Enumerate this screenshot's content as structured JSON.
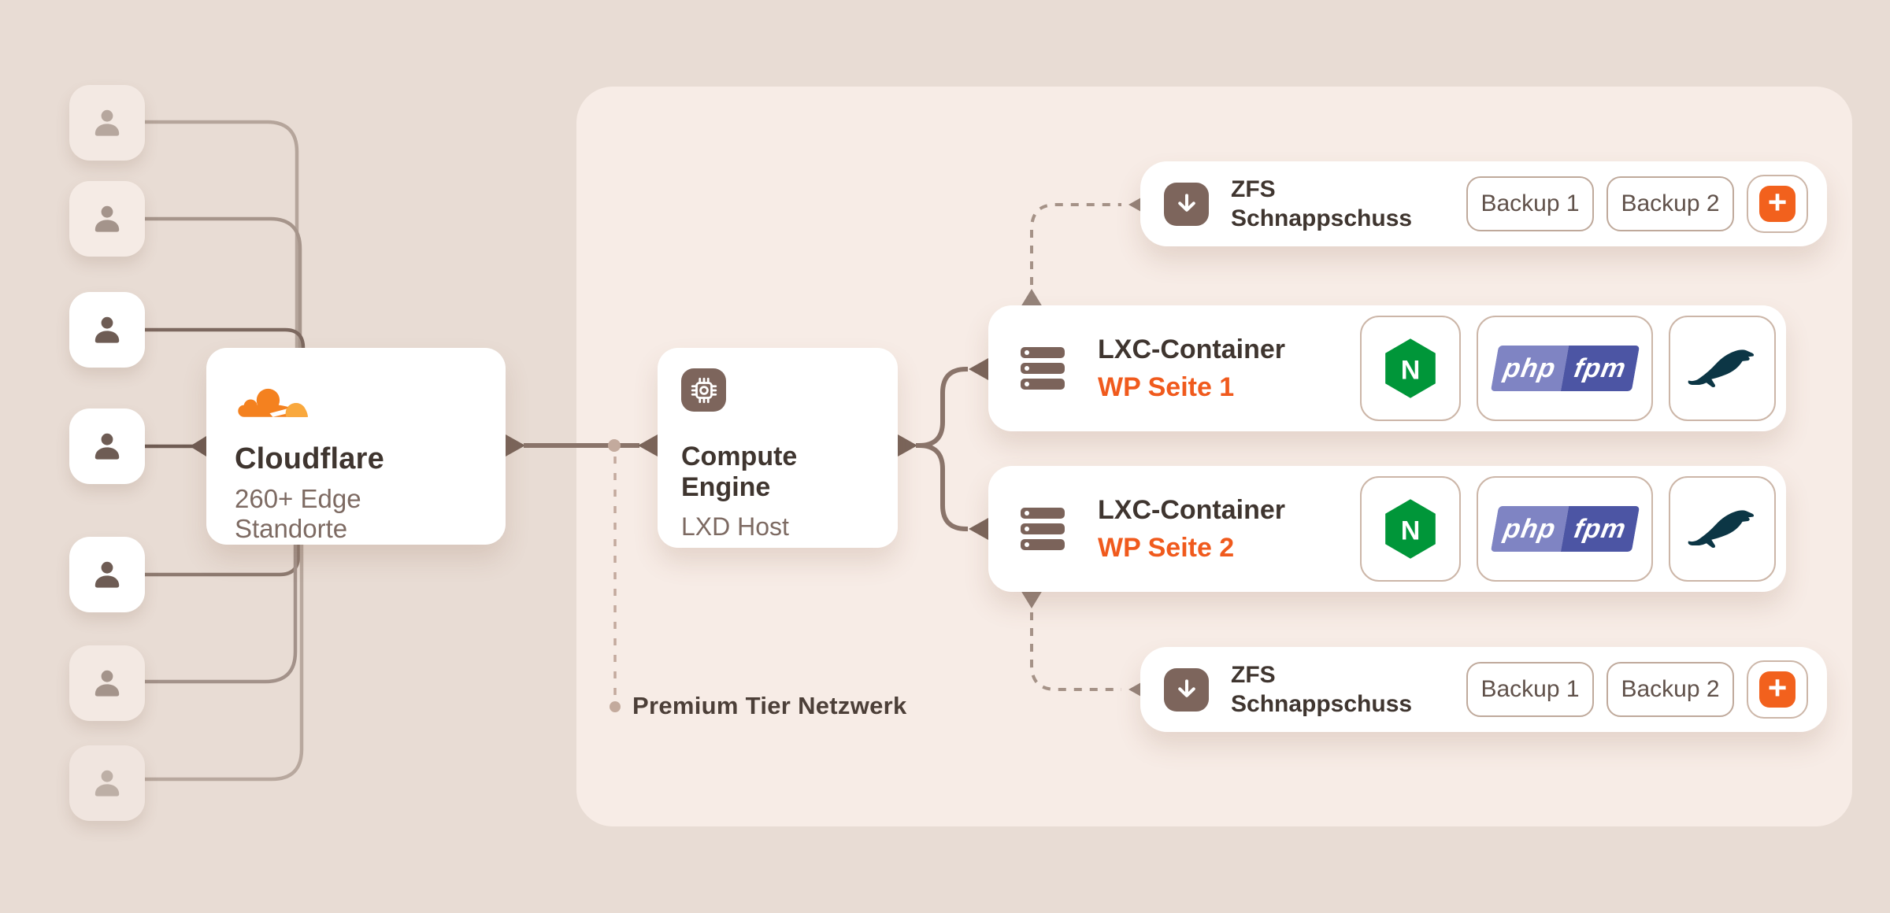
{
  "colors": {
    "background": "#e8dcd4",
    "panel": "#f7ece6",
    "card": "#ffffff",
    "line": "#8a746a",
    "dashed_line": "#a59287",
    "premium_dashed": "#c3aa9d",
    "badge": "#7d655c",
    "accent_orange": "#f2611d",
    "text_dark": "#3f352f",
    "text_muted": "#7d6a62",
    "wp_orange": "#f05a1d",
    "nginx_green": "#009639",
    "php_light": "#7f84c3",
    "php_dark": "#4c55a4",
    "mariadb_navy": "#0c3645",
    "cloudflare_orange": "#f4811f",
    "cloudflare_light": "#f9a83d",
    "chip_border": "#ccb6a8"
  },
  "users": {
    "count": 7
  },
  "cloudflare_card": {
    "title": "Cloudflare",
    "subtitle": "260+ Edge Standorte"
  },
  "compute_card": {
    "title": "Compute Engine",
    "subtitle": "LXD Host"
  },
  "containers": [
    {
      "title": "LXC-Container",
      "site": "WP Seite 1",
      "services": [
        {
          "name": "nginx",
          "letter": "N"
        },
        {
          "name": "php-fpm",
          "label_left": "php",
          "label_right": "fpm"
        },
        {
          "name": "mariadb"
        }
      ]
    },
    {
      "title": "LXC-Container",
      "site": "WP Seite 2",
      "services": [
        {
          "name": "nginx",
          "letter": "N"
        },
        {
          "name": "php-fpm",
          "label_left": "php",
          "label_right": "fpm"
        },
        {
          "name": "mariadb"
        }
      ]
    }
  ],
  "snapshots": [
    {
      "title_line1": "ZFS",
      "title_line2": "Schnappschuss",
      "backups": [
        "Backup 1",
        "Backup 2"
      ],
      "add_label": "+"
    },
    {
      "title_line1": "ZFS",
      "title_line2": "Schnappschuss",
      "backups": [
        "Backup 1",
        "Backup 2"
      ],
      "add_label": "+"
    }
  ],
  "network_label": "Premium Tier Netzwerk"
}
